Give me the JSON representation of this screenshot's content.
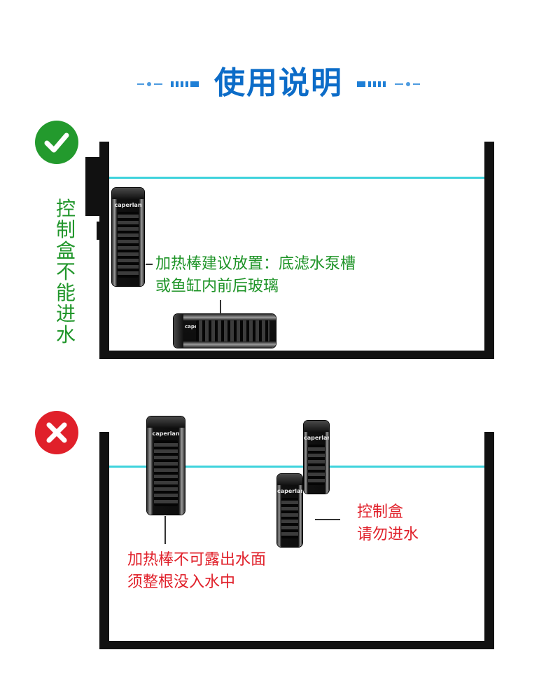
{
  "header": {
    "title": "使用说明"
  },
  "correct_section": {
    "badge_icon": "check-icon",
    "badge_color": "#239a2d",
    "control_box_note_chars": [
      "控",
      "制",
      "盒",
      "不",
      "能",
      "进",
      "水"
    ],
    "placement_note_line1": "加热棒建议放置：底滤水泵槽",
    "placement_note_line2": "或鱼缸内前后玻璃",
    "heater_brand": "caperlan"
  },
  "wrong_section": {
    "badge_icon": "cross-icon",
    "badge_color": "#e0202a",
    "heater_note_line1": "加热棒不可露出水面",
    "heater_note_line2": "须整根没入水中",
    "control_box_note_line1": "控制盒",
    "control_box_note_line2": "请勿进水",
    "heater_brand": "caperlan"
  },
  "colors": {
    "title": "#0c6cc8",
    "water": "#3fd3dc",
    "tank": "#111111",
    "note_green": "#1d9326",
    "note_red": "#e0202a"
  }
}
